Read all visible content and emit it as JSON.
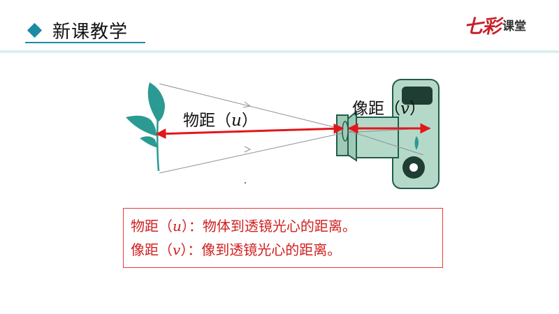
{
  "header": {
    "title": "新课教学",
    "logo_text": "七彩",
    "logo_sub": "课堂",
    "accent_color": "#1c8ba4"
  },
  "diagram": {
    "object_distance_label": "物距（",
    "object_distance_var": "u",
    "object_distance_close": "）",
    "image_distance_label": "像距（",
    "image_distance_var": "v",
    "image_distance_close": "）",
    "arrow_color": "#e3161c",
    "object_icon": "leaf-plant-icon",
    "device_icon": "camera-icon"
  },
  "definitions": [
    {
      "prefix": "物距（",
      "var": "u",
      "suffix": "）：物体到透镜光心的距离。"
    },
    {
      "prefix": "像距（",
      "var": "v",
      "suffix": "）：像到透镜光心的距离。"
    }
  ]
}
